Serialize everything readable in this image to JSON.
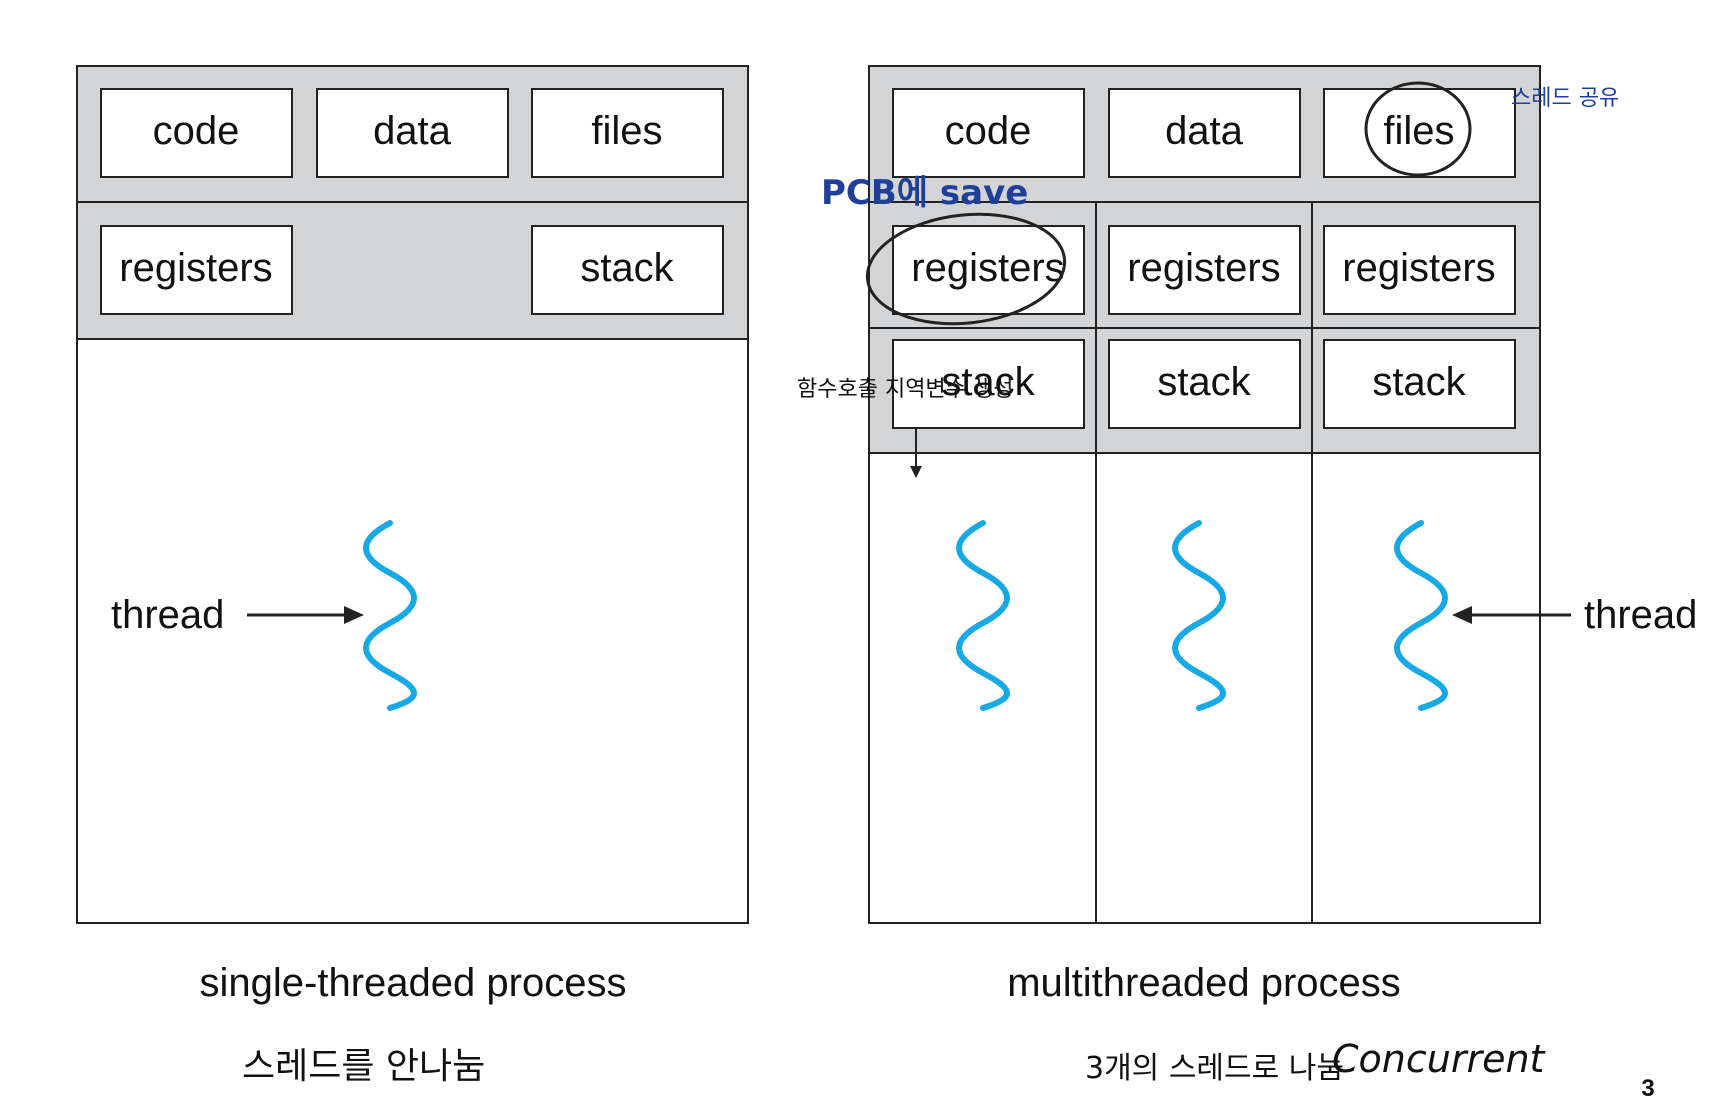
{
  "single": {
    "caption": "single-threaded process",
    "boxes": {
      "code": "code",
      "data": "data",
      "files": "files",
      "registers": "registers",
      "stack": "stack"
    },
    "thread_label": "thread",
    "note": "스레드를 안나눔"
  },
  "multi": {
    "caption": "multithreaded process",
    "boxes": {
      "code": "code",
      "data": "data",
      "files": "files"
    },
    "registers": [
      "registers",
      "registers",
      "registers"
    ],
    "stacks": [
      "stack",
      "stack",
      "stack"
    ],
    "thread_label": "thread",
    "notes": {
      "files_note": "스레드 공유",
      "pcb_note": "PCB에 save",
      "stack_note": "함수호출 지역변수 생성",
      "bottom_note": "3개의 스레드로 나눔",
      "concurrent": "Concurrent"
    }
  },
  "page_number": "3",
  "colors": {
    "section_gray": "#d3d4d6",
    "thread_blue": "#17a9e6",
    "annotation_blue": "#1f3f98",
    "line": "#222222"
  }
}
